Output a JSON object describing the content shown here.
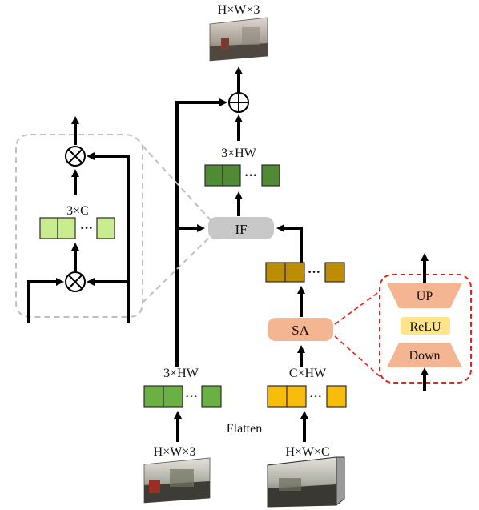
{
  "labels": {
    "top_output": "H×W×3",
    "out_feat": "3×HW",
    "left_feat": "3×HW",
    "mid_feat": "C×HW",
    "inset_feat": "3×C",
    "flatten": "Flatten",
    "in_image": "H×W×3",
    "in_feat": "H×W×C"
  },
  "blocks": {
    "if": "IF",
    "sa": "SA",
    "up": "UP",
    "relu": "ReLU",
    "down": "Down"
  },
  "ellipsis": "···",
  "colors": {
    "dark_green": "#4f8b35",
    "mid_green": "#6ab043",
    "light_green": "#c9ec8e",
    "gold": "#f7bd0a",
    "dark_gold": "#bd8c05",
    "if_gray": "#c8c8c8",
    "sa_peach": "#f4b592",
    "relu_yellow": "#ffe48a",
    "dash_red": "#e0261b",
    "dash_gray": "#bfbfbf"
  }
}
